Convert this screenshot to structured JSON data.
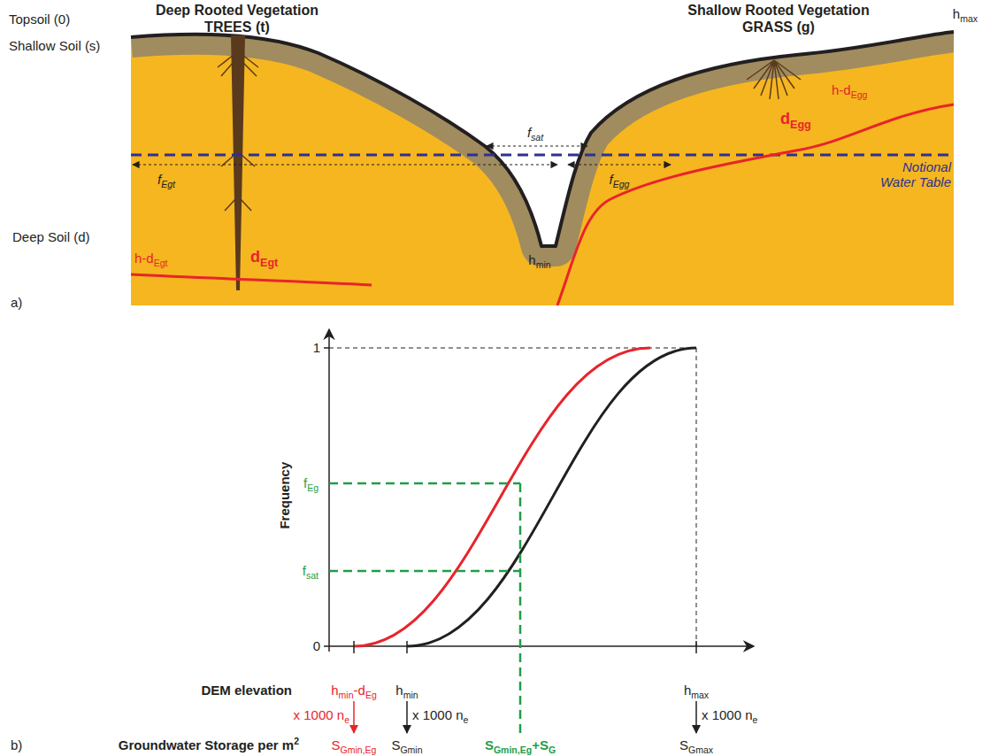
{
  "diagram": {
    "labels": [
      "Topsoil (0)",
      "Shallow Soil (s)",
      "Deep Soil (d)",
      "a)",
      "Deep Rooted Vegetation",
      "TREES (t)",
      "Shallow Rooted Vegetation",
      "GRASS (g)",
      "hmax",
      "fsat",
      "fEgt",
      "fEgg",
      "Notional Water Table",
      "h-dEgt",
      "dEgt",
      "hmin",
      "dEgg",
      "h-dEgg",
      "1",
      "0",
      "Frequency",
      "fEg",
      "fsat",
      "DEM elevation",
      "hmin-dEg",
      "hmin",
      "hmax",
      "x 1000 ne",
      "x 1000 ne",
      "x 1000 ne",
      "b)",
      "Groundwater Storage per m2",
      "SGmin,Eg",
      "SGmin",
      "SGmin,Eg+SG",
      "SGmax"
    ]
  }
}
